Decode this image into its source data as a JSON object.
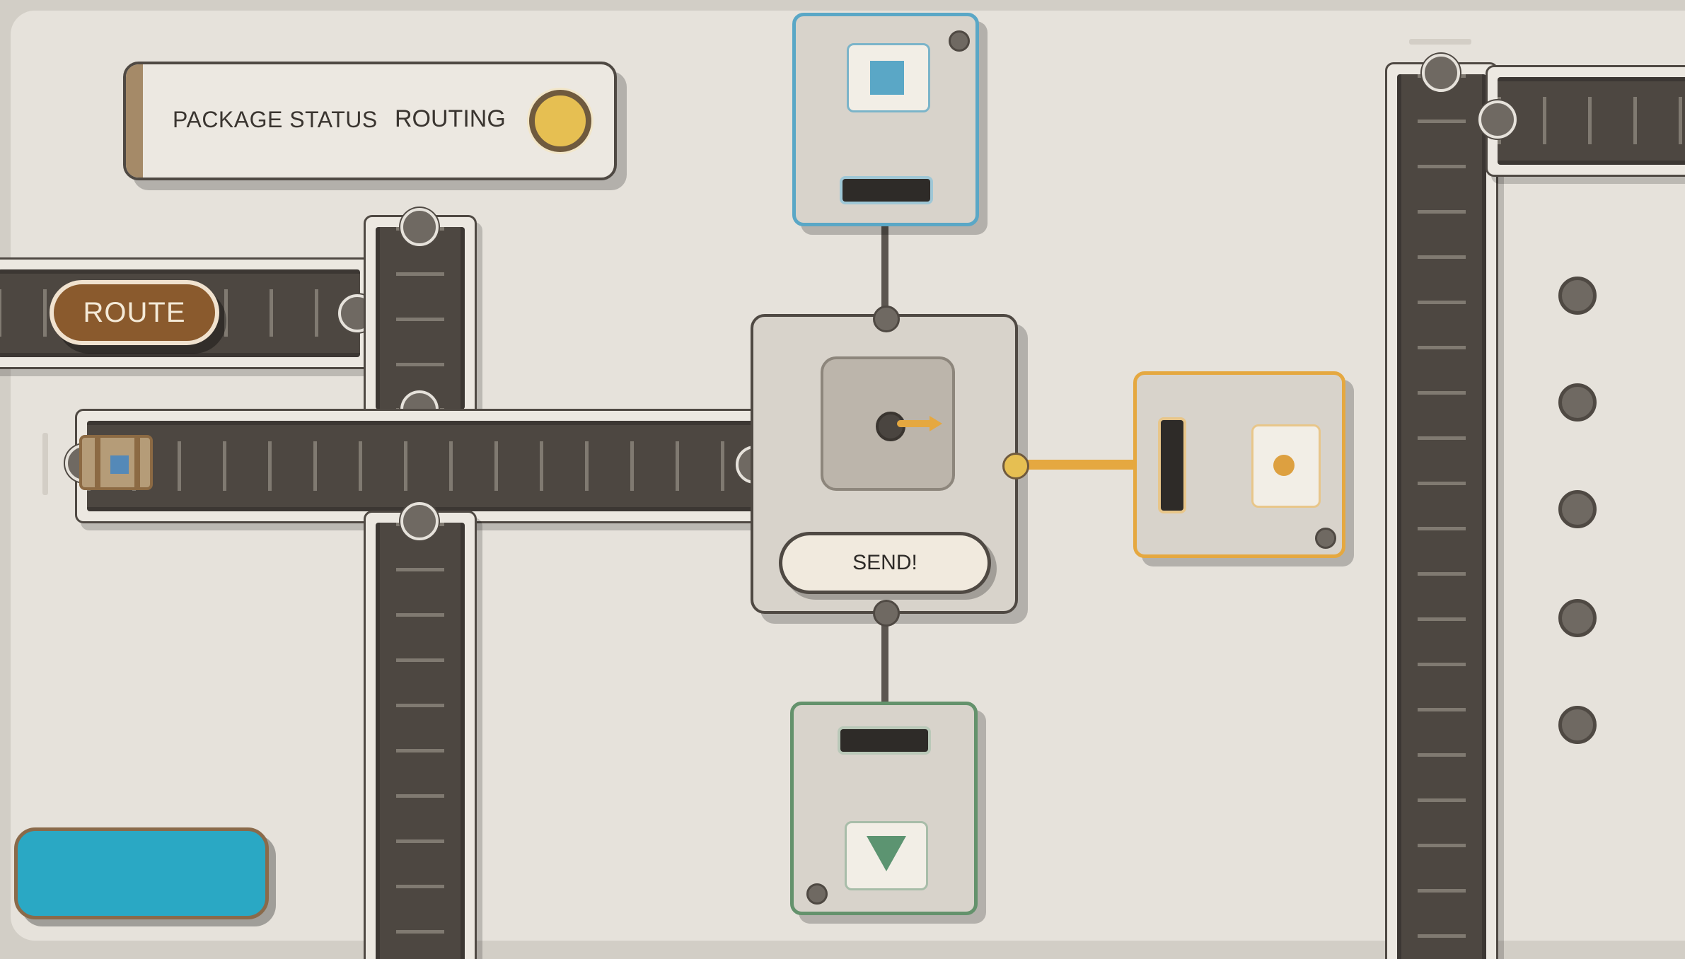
{
  "status_panel": {
    "label": "PACKAGE STATUS",
    "value": "ROUTING",
    "indicator_color": "#e6bf52"
  },
  "controls": {
    "route_label": "ROUTE",
    "send_label": "SEND!",
    "action_color": "#2aa8c4"
  },
  "machines": {
    "top_accent": "#5aa7c6",
    "top_icon": "square-icon",
    "bottom_accent": "#64926c",
    "bottom_icon": "triangle-down-icon",
    "right_accent": "#e5a840",
    "right_icon": "circle-icon"
  },
  "package": {
    "label_color": "#5489b8"
  },
  "indicator_lights": 5
}
